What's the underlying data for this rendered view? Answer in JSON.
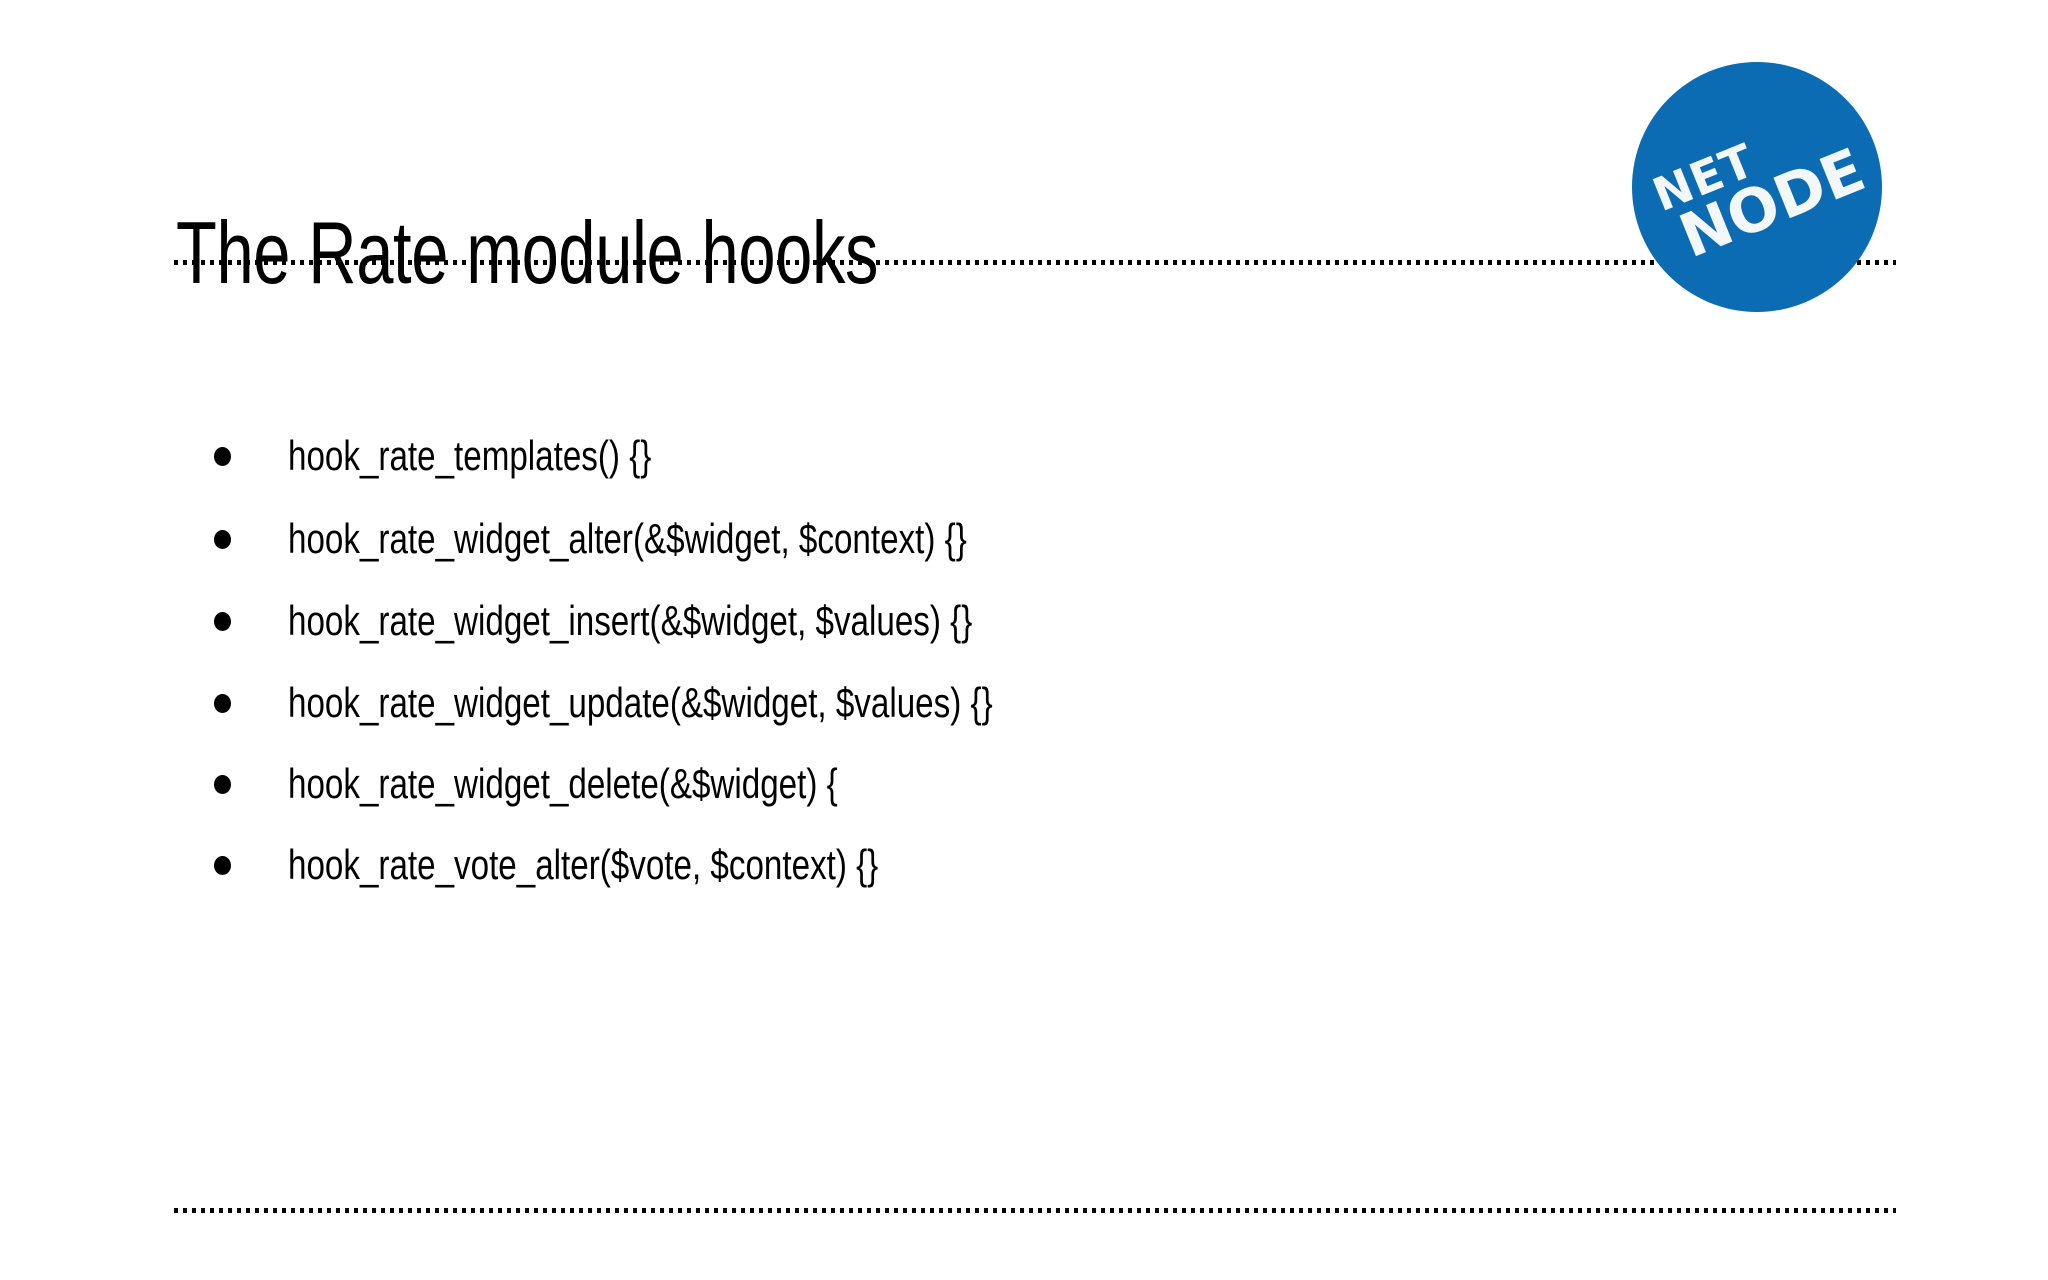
{
  "slide": {
    "title": "The Rate module hooks",
    "background_color": "#ffffff",
    "text_color": "#000000",
    "rule_color": "#000000"
  },
  "logo": {
    "name": "netnode-logo",
    "line1": "NET",
    "line2": "NODE",
    "shape": "circle",
    "background_color": "#0b6cb4",
    "text_color": "#f4f7f8"
  },
  "content": {
    "bullets": [
      {
        "text": "hook_rate_templates() {}"
      },
      {
        "text": "hook_rate_widget_alter(&$widget, $context) {}"
      },
      {
        "text": "hook_rate_widget_insert(&$widget, $values) {}"
      },
      {
        "text": "hook_rate_widget_update(&$widget, $values) {}"
      },
      {
        "text": "hook_rate_widget_delete(&$widget) {"
      },
      {
        "text": "hook_rate_vote_alter($vote, $context) {}"
      }
    ]
  }
}
